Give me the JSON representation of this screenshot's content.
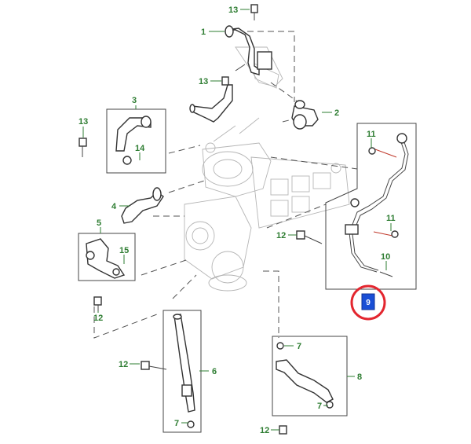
{
  "callouts": {
    "c1": "1",
    "c2": "2",
    "c3": "3",
    "c4": "4",
    "c5": "5",
    "c6": "6",
    "c7a": "7",
    "c7b": "7",
    "c7c": "7",
    "c8": "8",
    "c10": "10",
    "c11a": "11",
    "c11b": "11",
    "c12a": "12",
    "c12b": "12",
    "c12c": "12",
    "c12d": "12",
    "c13a": "13",
    "c13b": "13",
    "c13c": "13",
    "c14": "14",
    "c15": "15"
  },
  "highlight": {
    "tag": "9",
    "tag_color": "#1a4fd6",
    "ring_color": "#e3262f"
  },
  "colors": {
    "callout": "#2e7d32",
    "line": "#333333",
    "engine_ghost": "#b5b5b5"
  }
}
